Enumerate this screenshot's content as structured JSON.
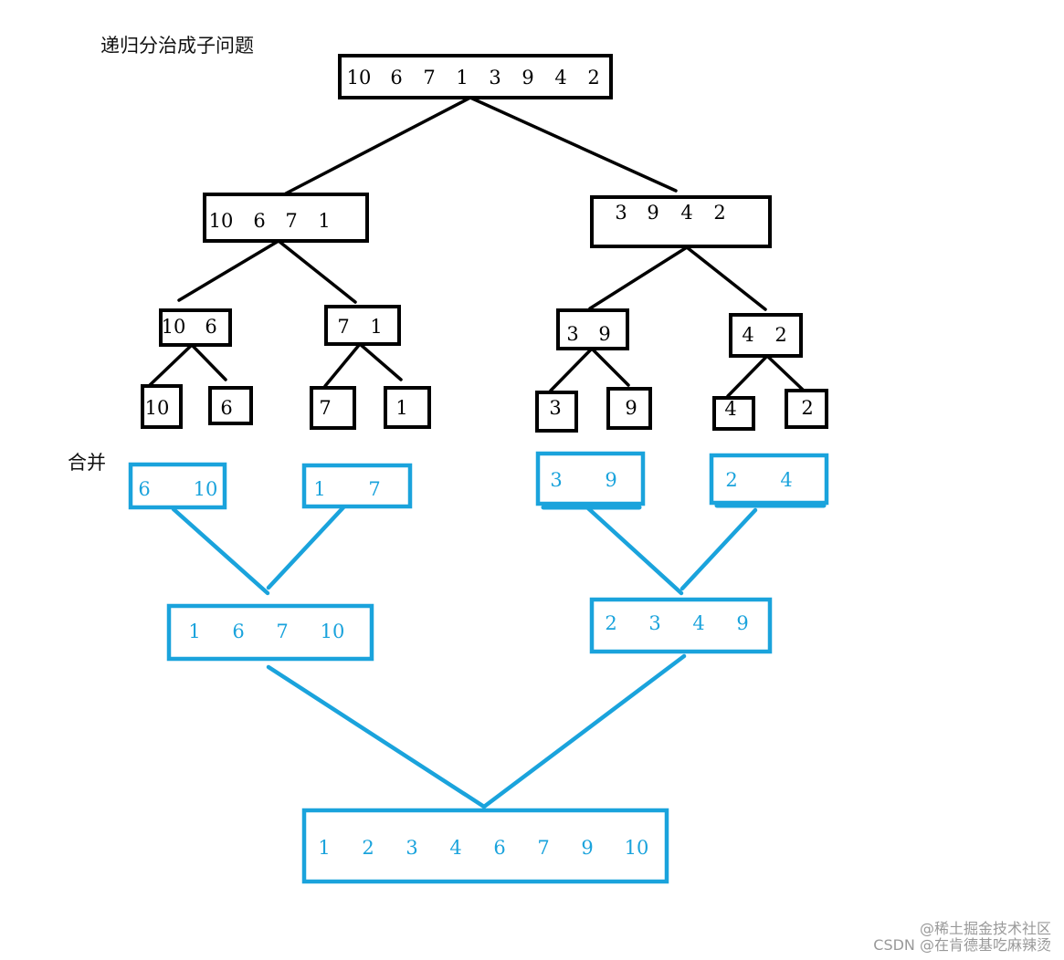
{
  "labels": {
    "split_heading": "递归分治成子问题",
    "merge_heading": "合并"
  },
  "watermark": {
    "line1": "@稀土掘金技术社区",
    "line2": "CSDN @在肯德基吃麻辣烫"
  },
  "colors": {
    "split": "#000000",
    "merge": "#1aa3dc",
    "background": "#ffffff"
  },
  "split_tree": {
    "level0": [
      [
        "10",
        "6",
        "7",
        "1",
        "3",
        "9",
        "4",
        "2"
      ]
    ],
    "level1": [
      [
        "10",
        "6",
        "7",
        "1"
      ],
      [
        "3",
        "9",
        "4",
        "2"
      ]
    ],
    "level2": [
      [
        "10",
        "6"
      ],
      [
        "7",
        "1"
      ],
      [
        "3",
        "9"
      ],
      [
        "4",
        "2"
      ]
    ],
    "level3": [
      [
        "10"
      ],
      [
        "6"
      ],
      [
        "7"
      ],
      [
        "1"
      ],
      [
        "3"
      ],
      [
        "9"
      ],
      [
        "4"
      ],
      [
        "2"
      ]
    ]
  },
  "merge_tree": {
    "level0": [
      [
        "6",
        "10"
      ],
      [
        "1",
        "7"
      ],
      [
        "3",
        "9"
      ],
      [
        "2",
        "4"
      ]
    ],
    "level1": [
      [
        "1",
        "6",
        "7",
        "10"
      ],
      [
        "2",
        "3",
        "4",
        "9"
      ]
    ],
    "level2": [
      [
        "1",
        "2",
        "3",
        "4",
        "6",
        "7",
        "9",
        "10"
      ]
    ]
  }
}
